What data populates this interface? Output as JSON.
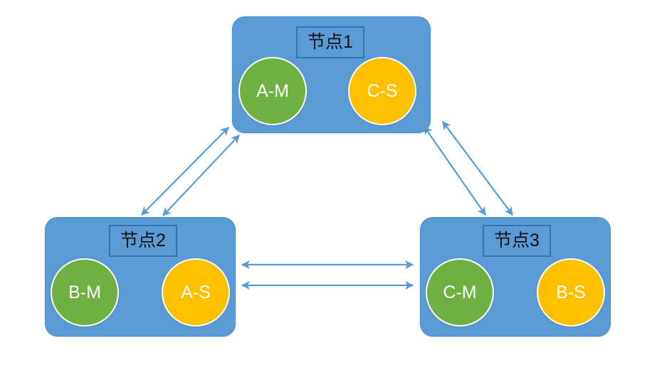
{
  "diagram": {
    "title": "",
    "background_color": "#FFFFFF",
    "node_fill_color": "#5B9BD5",
    "label_border_color": "#2E75B6",
    "master_circle_color": "#6FB143",
    "slave_circle_color": "#FFC000",
    "arrow_color": "#5B9BD5",
    "nodes": [
      {
        "id": "node-1",
        "label": "节点1",
        "circles": [
          {
            "text": "A-M",
            "role": "master",
            "color": "#6FB143"
          },
          {
            "text": "C-S",
            "role": "slave",
            "color": "#FFC000"
          }
        ]
      },
      {
        "id": "node-2",
        "label": "节点2",
        "circles": [
          {
            "text": "B-M",
            "role": "master",
            "color": "#6FB143"
          },
          {
            "text": "A-S",
            "role": "slave",
            "color": "#FFC000"
          }
        ]
      },
      {
        "id": "node-3",
        "label": "节点3",
        "circles": [
          {
            "text": "C-M",
            "role": "master",
            "color": "#6FB143"
          },
          {
            "text": "B-S",
            "role": "slave",
            "color": "#FFC000"
          }
        ]
      }
    ],
    "connections": [
      {
        "id": "conn-1-2-a",
        "from": "node-2",
        "to": "node-1",
        "style": "double-headed",
        "label": ""
      },
      {
        "id": "conn-1-2-b",
        "from": "node-2",
        "to": "node-1",
        "style": "double-headed",
        "label": ""
      },
      {
        "id": "conn-1-3-a",
        "from": "node-1",
        "to": "node-3",
        "style": "double-headed",
        "label": ""
      },
      {
        "id": "conn-1-3-b",
        "from": "node-1",
        "to": "node-3",
        "style": "double-headed",
        "label": ""
      },
      {
        "id": "conn-2-3-a",
        "from": "node-2",
        "to": "node-3",
        "style": "double-headed",
        "label": ""
      },
      {
        "id": "conn-2-3-b",
        "from": "node-2",
        "to": "node-3",
        "style": "double-headed",
        "label": ""
      }
    ]
  }
}
